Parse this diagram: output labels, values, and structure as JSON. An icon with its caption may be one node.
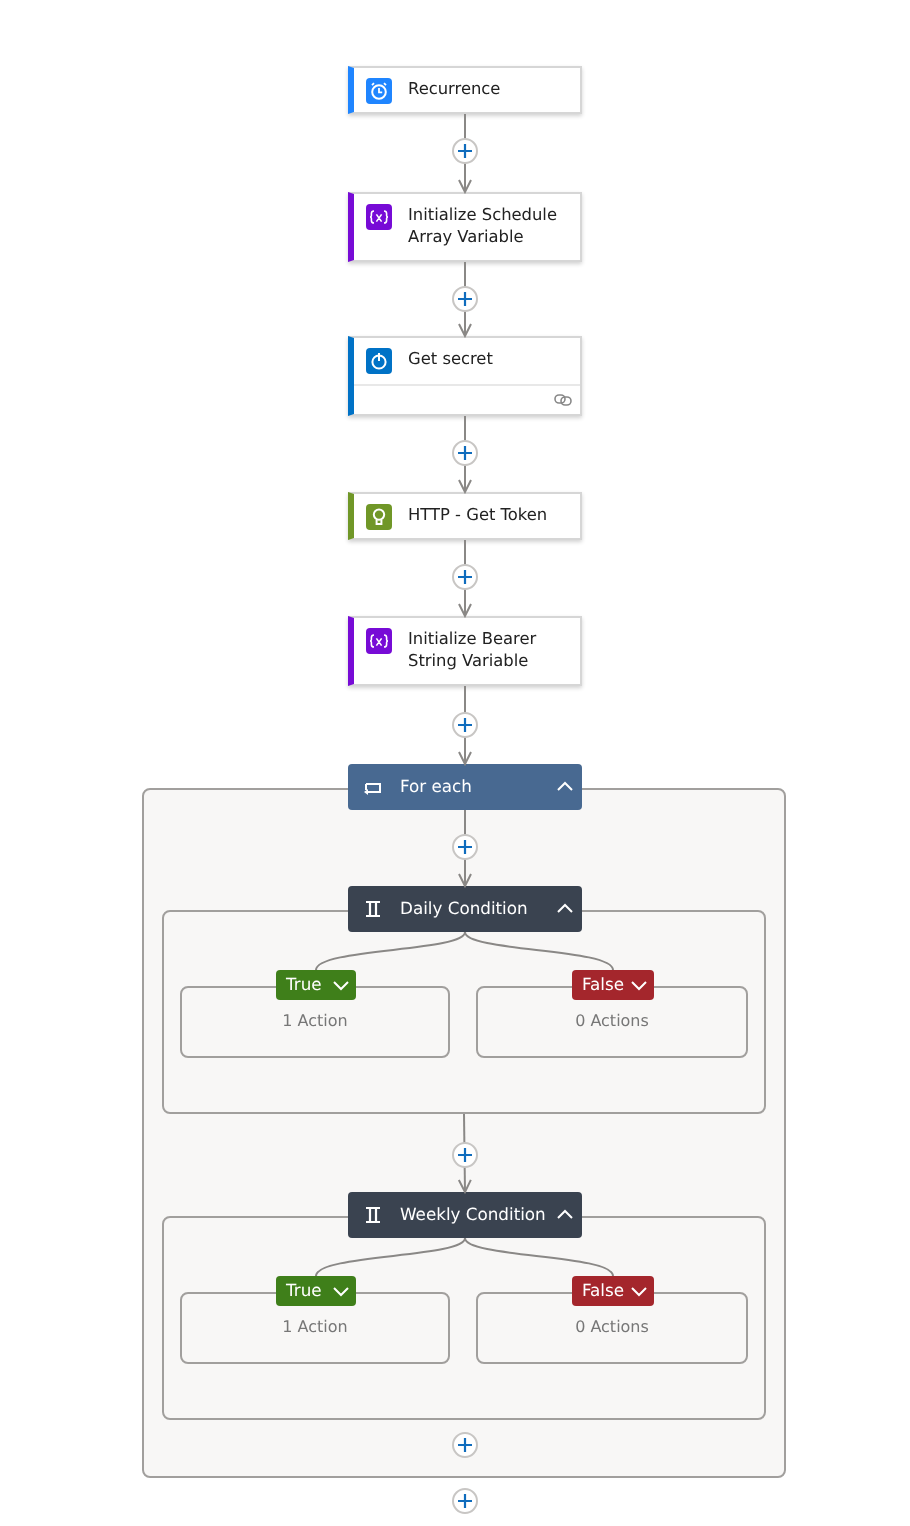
{
  "diagram": {
    "nodes": [
      {
        "text": [
          "Recurrence"
        ]
      },
      {
        "text": [
          "Initialize Schedule Array Variable"
        ]
      },
      {
        "text": [
          "Get secret"
        ]
      },
      {
        "text": [
          "HTTP - Get Token"
        ]
      },
      {
        "text": [
          "Initialize Bearer String Variable"
        ]
      },
      {
        "text": [
          "For each"
        ]
      },
      {
        "text": [
          "Daily Condition"
        ],
        "in": 5
      },
      {
        "text": [
          "True",
          "1 Action"
        ],
        "in": 6
      },
      {
        "text": [
          "False",
          "0 Actions"
        ],
        "in": 6
      },
      {
        "text": [
          "Weekly Condition"
        ],
        "in": 5
      },
      {
        "text": [
          "True",
          "1 Action"
        ],
        "in": 9
      },
      {
        "text": [
          "False",
          "0 Actions"
        ],
        "in": 9
      }
    ],
    "edges": [
      {
        "from": 0,
        "to": 1,
        "arrow": "to"
      },
      {
        "from": 1,
        "to": 2,
        "arrow": "to"
      },
      {
        "from": 2,
        "to": 3,
        "arrow": "to"
      },
      {
        "from": 3,
        "to": 4,
        "arrow": "to"
      },
      {
        "from": 4,
        "to": 5,
        "arrow": "to"
      },
      {
        "from": 5,
        "to": 6,
        "arrow": "to"
      },
      {
        "from": 6,
        "to": 7,
        "arrow": "none"
      },
      {
        "from": 6,
        "to": 8,
        "arrow": "none"
      },
      {
        "from": 6,
        "to": 9,
        "arrow": "to"
      },
      {
        "from": 9,
        "to": 10,
        "arrow": "none"
      },
      {
        "from": 9,
        "to": 11,
        "arrow": "none"
      }
    ]
  }
}
